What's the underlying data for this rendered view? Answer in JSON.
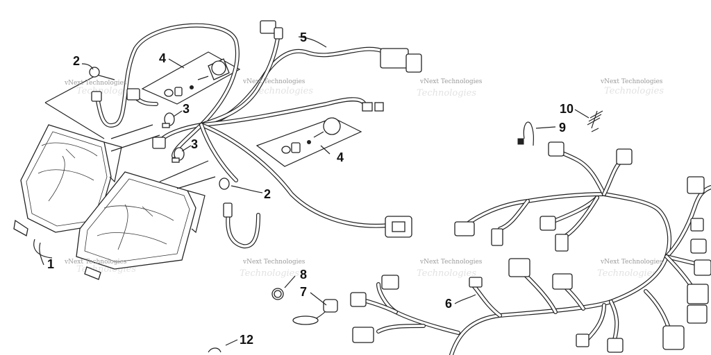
{
  "callouts": [
    "1",
    "2",
    "2",
    "3",
    "3",
    "4",
    "4",
    "5",
    "6",
    "7",
    "8",
    "9",
    "10",
    "12"
  ],
  "watermarks": {
    "text": "vNext Technologies",
    "shadow_text": "Technologies"
  }
}
